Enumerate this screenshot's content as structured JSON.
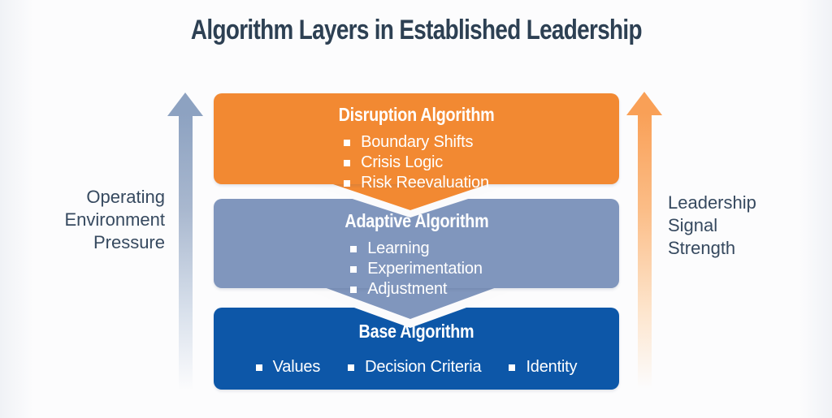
{
  "title": "Algorithm Layers in Established Leadership",
  "left_axis": {
    "full_label": "Operating Environment Pressure",
    "lines": [
      "Operating",
      "Environment",
      "Pressure"
    ],
    "arrow_direction": "up",
    "arrow_color": "#8da2c1"
  },
  "right_axis": {
    "full_label": "Leadership Signal Strength",
    "lines": [
      "Leadership",
      "Signal",
      "Strength"
    ],
    "arrow_direction": "up",
    "arrow_color": "#f9a057"
  },
  "layers": [
    {
      "title": "Disruption Algorithm",
      "color": "#f28932",
      "bullets": [
        "Boundary Shifts",
        "Crisis Logic",
        "Risk Reevaluation"
      ]
    },
    {
      "title": "Adaptive Algorithm",
      "color": "#8096bd",
      "bullets": [
        "Learning",
        "Experimentation",
        "Adjustment"
      ]
    },
    {
      "title": "Base Algorithm",
      "color": "#0d57a8",
      "bullets": [
        "Values",
        "Decision Criteria",
        "Identity"
      ]
    }
  ],
  "colors": {
    "title_text": "#2d4053",
    "side_label_text": "#36495f",
    "bullet_text": "#ffffff",
    "background": "#fbfbfc"
  }
}
